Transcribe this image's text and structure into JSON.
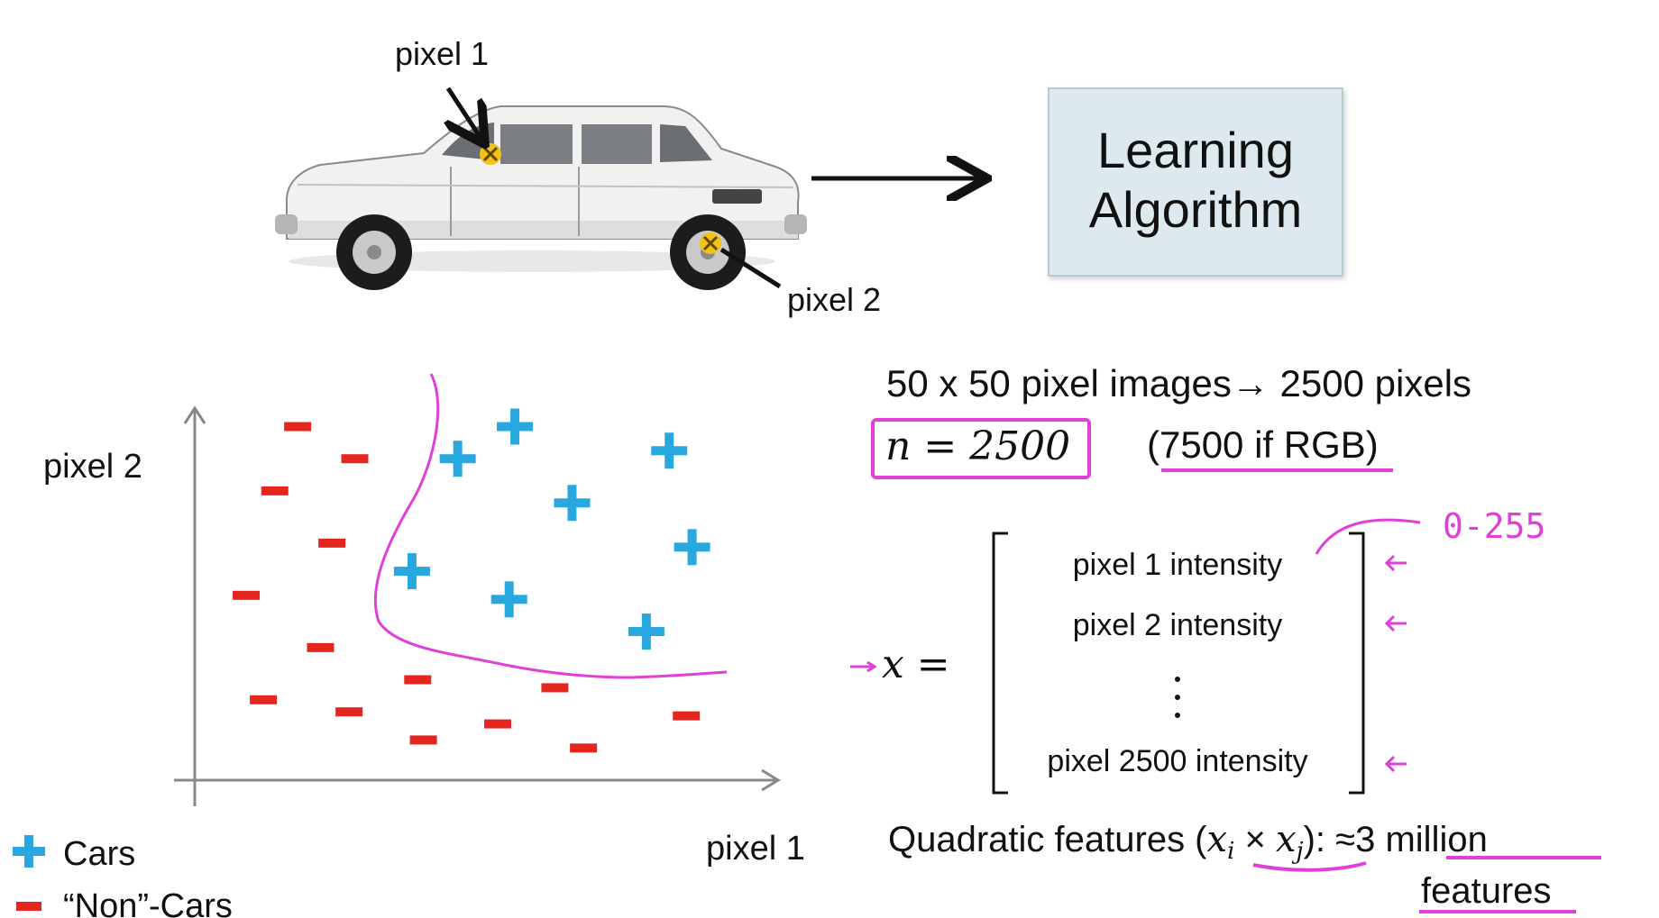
{
  "colors": {
    "car": "#29a8e0",
    "noncar": "#e5261f",
    "annotation": "#e040d8",
    "box_fill": "#dde9ef",
    "axis": "#888888",
    "marker": "#f2c21a"
  },
  "top": {
    "label_pixel1": "pixel 1",
    "label_pixel2": "pixel 2",
    "box_line1": "Learning",
    "box_line2": "Algorithm"
  },
  "chart_data": {
    "type": "scatter",
    "xlabel": "pixel 1",
    "ylabel": "pixel 2",
    "legend": {
      "position": "bottom-left",
      "entries": [
        "Cars",
        "“Non”-Cars"
      ]
    },
    "series": [
      {
        "name": "Cars",
        "marker": "plus",
        "points": [
          [
            0.56,
            0.88
          ],
          [
            0.83,
            0.82
          ],
          [
            0.46,
            0.8
          ],
          [
            0.66,
            0.69
          ],
          [
            0.87,
            0.58
          ],
          [
            0.38,
            0.52
          ],
          [
            0.55,
            0.45
          ],
          [
            0.79,
            0.37
          ]
        ]
      },
      {
        "name": "“Non”-Cars",
        "marker": "minus",
        "points": [
          [
            0.18,
            0.88
          ],
          [
            0.28,
            0.8
          ],
          [
            0.14,
            0.72
          ],
          [
            0.24,
            0.59
          ],
          [
            0.09,
            0.46
          ],
          [
            0.22,
            0.33
          ],
          [
            0.39,
            0.25
          ],
          [
            0.63,
            0.23
          ],
          [
            0.12,
            0.2
          ],
          [
            0.27,
            0.17
          ],
          [
            0.86,
            0.16
          ],
          [
            0.53,
            0.14
          ],
          [
            0.4,
            0.1
          ],
          [
            0.68,
            0.08
          ]
        ]
      }
    ]
  },
  "info": {
    "line1": "50 x 50 pixel images→ 2500 pixels",
    "n_expr": "n = 2500",
    "rgb_note": "(7500 if RGB)",
    "range_note": "0-255",
    "x_label": "x =",
    "vector_rows": [
      "pixel 1 intensity",
      "pixel 2 intensity",
      "pixel 2500 intensity"
    ],
    "quad_prefix": "Quadratic features (",
    "quad_math": "x",
    "quad_sub_i": "i",
    "quad_times": " × ",
    "quad_sub_j": "j",
    "quad_suffix": "): ≈",
    "quad_count": "3 million",
    "quad_last": "features"
  }
}
